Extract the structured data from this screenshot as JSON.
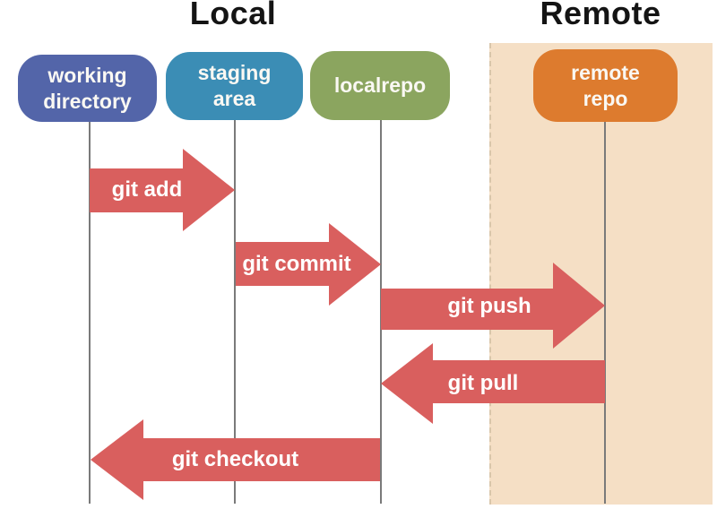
{
  "titles": {
    "local": "Local",
    "remote": "Remote"
  },
  "lanes": [
    {
      "id": "working-directory",
      "label": "working directory",
      "color": "#5365a9",
      "section": "Local"
    },
    {
      "id": "staging-area",
      "label": "staging area",
      "color": "#3b8db5",
      "section": "Local"
    },
    {
      "id": "localrepo",
      "label": "localrepo",
      "color": "#8ba55f",
      "section": "Local"
    },
    {
      "id": "remote-repo",
      "label": "remote repo",
      "color": "#dd7b2e",
      "section": "Remote"
    }
  ],
  "arrows": [
    {
      "label": "git add",
      "from": "working directory",
      "to": "staging area",
      "direction": "right"
    },
    {
      "label": "git commit",
      "from": "staging area",
      "to": "localrepo",
      "direction": "right"
    },
    {
      "label": "git push",
      "from": "localrepo",
      "to": "remote repo",
      "direction": "right"
    },
    {
      "label": "git pull",
      "from": "remote repo",
      "to": "localrepo",
      "direction": "left"
    },
    {
      "label": "git checkout",
      "from": "localrepo",
      "to": "working directory",
      "direction": "left"
    }
  ],
  "colors": {
    "arrow": "#d95f5e",
    "remote_background": "#f5dfc5",
    "remote_dashed_border": "#d9c6ab",
    "lifeline": "#7a7a7a",
    "title_text": "#141414",
    "box_text": "#faf8f3"
  }
}
